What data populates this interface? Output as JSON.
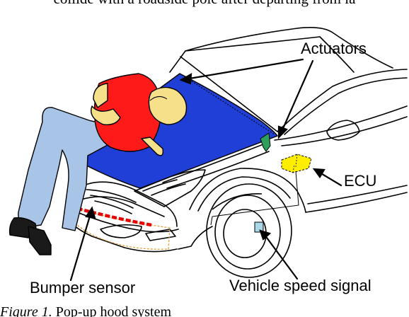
{
  "top_text": "collide with a roadside pole after departing from la",
  "callouts": {
    "actuators": "Actuators",
    "ecu": "ECU",
    "bumper_sensor": "Bumper sensor",
    "vehicle_speed_signal": "Vehicle speed signal"
  },
  "caption": {
    "number": "Figure 1.",
    "text": " Pop-up hood system"
  },
  "colors": {
    "hood": "#1f3fd6",
    "shirt": "#ff1a1a",
    "skin": "#f7e08a",
    "trousers": "#a8c4e6",
    "shoes": "#1a1a1a",
    "ecu": "#ffee00",
    "bumper_sensor": "#e60000",
    "actuator": "#2e9e5b",
    "speed_sensor": "#a8d8e8"
  }
}
